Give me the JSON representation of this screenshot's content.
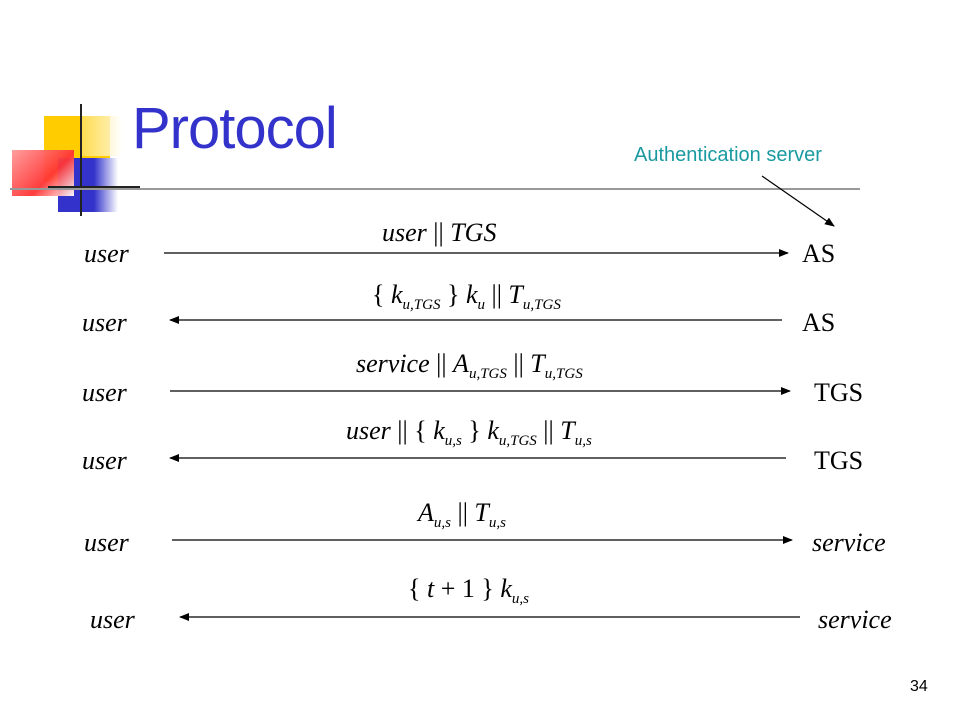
{
  "slide": {
    "title": "Protocol",
    "callout": "Authentication server",
    "page_number": "34"
  },
  "rows": [
    {
      "left": "user",
      "right": "AS",
      "right_italic": false,
      "direction": "right"
    },
    {
      "left": "user",
      "right": "AS",
      "right_italic": false,
      "direction": "left"
    },
    {
      "left": "user",
      "right": "TGS",
      "right_italic": false,
      "direction": "right"
    },
    {
      "left": "user",
      "right": "TGS",
      "right_italic": false,
      "direction": "left"
    },
    {
      "left": "user",
      "right": "service",
      "right_italic": true,
      "direction": "right"
    },
    {
      "left": "user",
      "right": "service",
      "right_italic": true,
      "direction": "left"
    }
  ],
  "messages": {
    "m1": {
      "a": "user",
      "sep": " || ",
      "b": "TGS"
    },
    "m2": {
      "open": "{ ",
      "k": "k",
      "k_sub": "u,TGS",
      "close": " } ",
      "k2": "k",
      "k2_sub": "u",
      "sep": " || ",
      "t": "T",
      "t_sub": "u,TGS"
    },
    "m3": {
      "a": "service",
      "sep1": " || ",
      "b": "A",
      "b_sub": "u,TGS",
      "sep2": " || ",
      "t": "T",
      "t_sub": "u,TGS"
    },
    "m4": {
      "a": "user",
      "sep1": " || ",
      "open": "{ ",
      "k": "k",
      "k_sub": "u,s",
      "close": " } ",
      "k2": "k",
      "k2_sub": "u,TGS",
      "sep2": " || ",
      "t": "T",
      "t_sub": "u,s"
    },
    "m5": {
      "a": "A",
      "a_sub": "u,s",
      "sep": " || ",
      "t": "T",
      "t_sub": "u,s"
    },
    "m6": {
      "open": "{ ",
      "t": "t",
      "plus": " + 1 } ",
      "k": "k",
      "k_sub": "u,s"
    }
  },
  "colors": {
    "title": "#3333cc",
    "callout": "#1a9aa0",
    "deco_yellow": "#ffcc00",
    "deco_blue": "#3333cc",
    "deco_red": "#ff3333"
  }
}
